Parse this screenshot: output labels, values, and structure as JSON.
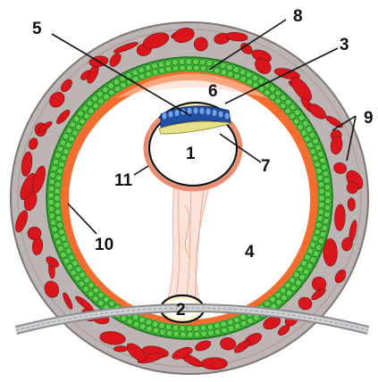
{
  "labels": {
    "l1": "1",
    "l2": "2",
    "l3": "3",
    "l4": "4",
    "l5": "5",
    "l6": "6",
    "l7": "7",
    "l8": "8",
    "l9": "9",
    "l10": "10",
    "l11": "11"
  },
  "colors": {
    "outer_tissue": "#bdb5b3",
    "vessels": "#d8161b",
    "epithelium": "#3cb43a",
    "inner_rim": "#f46d2e",
    "cavity": "#ffffff",
    "germ_disc": "#1f4fa6",
    "stalk": "#f2b8a8",
    "yolk_sac_rim": "#e9a38c"
  }
}
